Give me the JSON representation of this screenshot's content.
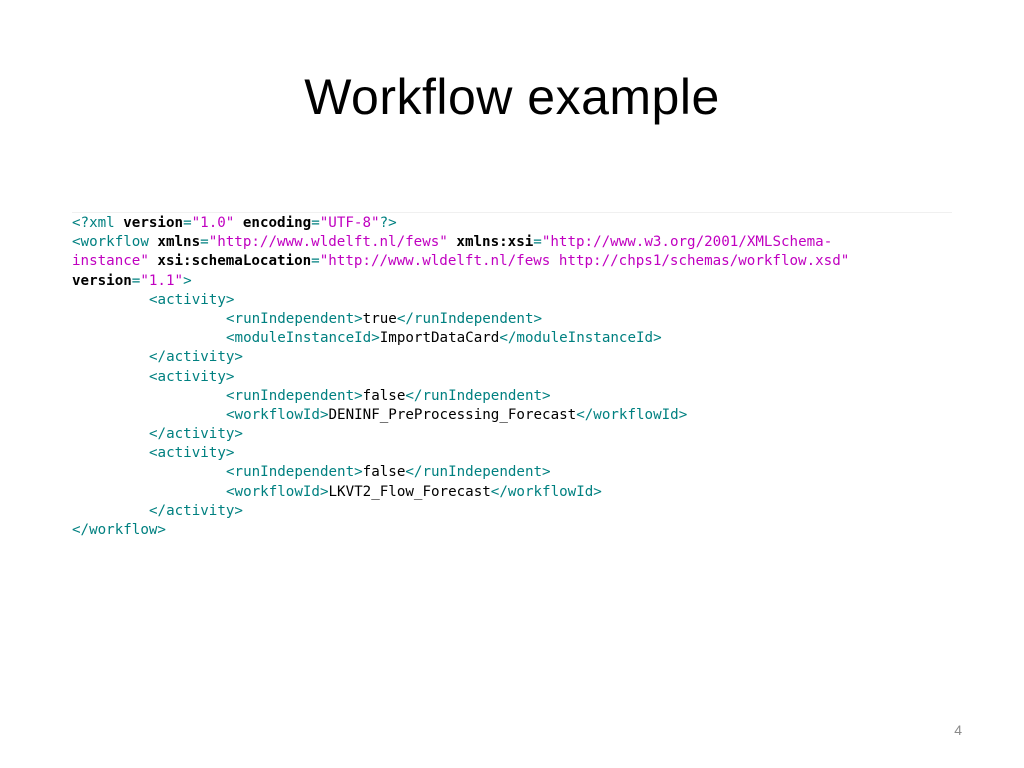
{
  "title": "Workflow example",
  "page_number": "4",
  "code": {
    "decl": {
      "open": "<?xml",
      "version_attr": "version",
      "eq": "=",
      "version_val": "\"1.0\"",
      "encoding_attr": "encoding",
      "encoding_val": "\"UTF-8\"",
      "close": "?>"
    },
    "workflow_open": {
      "tag": "<workflow",
      "xmlns_attr": "xmlns",
      "xmlns_val": "\"http://www.wldelft.nl/fews\"",
      "xsi_attr": "xmlns:xsi",
      "xsi_val_part1": "\"http://www.w3.org/2001/XMLSchema-",
      "xsi_val_part2": "instance\"",
      "schema_attr": "xsi:schemaLocation",
      "schema_val": "\"http://www.wldelft.nl/fews http://chps1/schemas/workflow.xsd\"",
      "version_attr": "version",
      "version_val": "\"1.1\"",
      "close": ">"
    },
    "activity_open": "<activity>",
    "activity_close": "</activity>",
    "run_open": "<runIndependent>",
    "run_close": "</runIndependent>",
    "module_open": "<moduleInstanceId>",
    "module_close": "</moduleInstanceId>",
    "workflowid_open": "<workflowId>",
    "workflowid_close": "</workflowId>",
    "activities": [
      {
        "run_value": "true",
        "child_value": "ImportDataCard"
      },
      {
        "run_value": "false",
        "child_value": "DENINF_PreProcessing_Forecast"
      },
      {
        "run_value": "false",
        "child_value": "LKVT2_Flow_Forecast"
      }
    ],
    "workflow_close": "</workflow>"
  }
}
